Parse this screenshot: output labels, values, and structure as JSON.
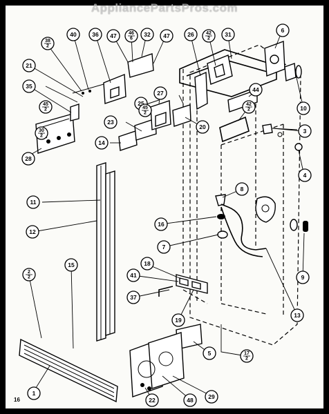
{
  "watermark": "AppliancePartsPros.com",
  "page_number": "16",
  "callouts": [
    {
      "id": "c1",
      "label": "1"
    },
    {
      "id": "c2",
      "label": "2",
      "sub": "2"
    },
    {
      "id": "c3",
      "label": "3"
    },
    {
      "id": "c4",
      "label": "4"
    },
    {
      "id": "c5",
      "label": "5"
    },
    {
      "id": "c6",
      "label": "6"
    },
    {
      "id": "c7",
      "label": "7"
    },
    {
      "id": "c8",
      "label": "8"
    },
    {
      "id": "c9",
      "label": "9"
    },
    {
      "id": "c10",
      "label": "10"
    },
    {
      "id": "c11",
      "label": "11"
    },
    {
      "id": "c12",
      "label": "12"
    },
    {
      "id": "c13",
      "label": "13"
    },
    {
      "id": "c14",
      "label": "14"
    },
    {
      "id": "c15",
      "label": "15"
    },
    {
      "id": "c16",
      "label": "16"
    },
    {
      "id": "c17",
      "label": "17",
      "sub": "2"
    },
    {
      "id": "c18",
      "label": "18"
    },
    {
      "id": "c19",
      "label": "19"
    },
    {
      "id": "c20",
      "label": "20"
    },
    {
      "id": "c21",
      "label": "21"
    },
    {
      "id": "c22",
      "label": "22"
    },
    {
      "id": "c23",
      "label": "23"
    },
    {
      "id": "c25",
      "label": "25"
    },
    {
      "id": "c26",
      "label": "26"
    },
    {
      "id": "c27",
      "label": "27"
    },
    {
      "id": "c28",
      "label": "28"
    },
    {
      "id": "c29",
      "label": "29"
    },
    {
      "id": "c30",
      "label": "30",
      "sub": "2"
    },
    {
      "id": "c31",
      "label": "31"
    },
    {
      "id": "c32",
      "label": "32"
    },
    {
      "id": "c35",
      "label": "35"
    },
    {
      "id": "c36",
      "label": "36"
    },
    {
      "id": "c37",
      "label": "37"
    },
    {
      "id": "c38",
      "label": "38",
      "sub": "2"
    },
    {
      "id": "c40",
      "label": "40"
    },
    {
      "id": "c41",
      "label": "41"
    },
    {
      "id": "c42a",
      "label": "42",
      "sub": "2"
    },
    {
      "id": "c42b",
      "label": "42",
      "sub": "2"
    },
    {
      "id": "c44",
      "label": "44"
    },
    {
      "id": "c45a",
      "label": "45",
      "sub": "2"
    },
    {
      "id": "c45b",
      "label": "45",
      "sub": "2"
    },
    {
      "id": "c46",
      "label": "46",
      "sub": "6"
    },
    {
      "id": "c47a",
      "label": "47"
    },
    {
      "id": "c47b",
      "label": "47"
    },
    {
      "id": "c48",
      "label": "48"
    }
  ]
}
